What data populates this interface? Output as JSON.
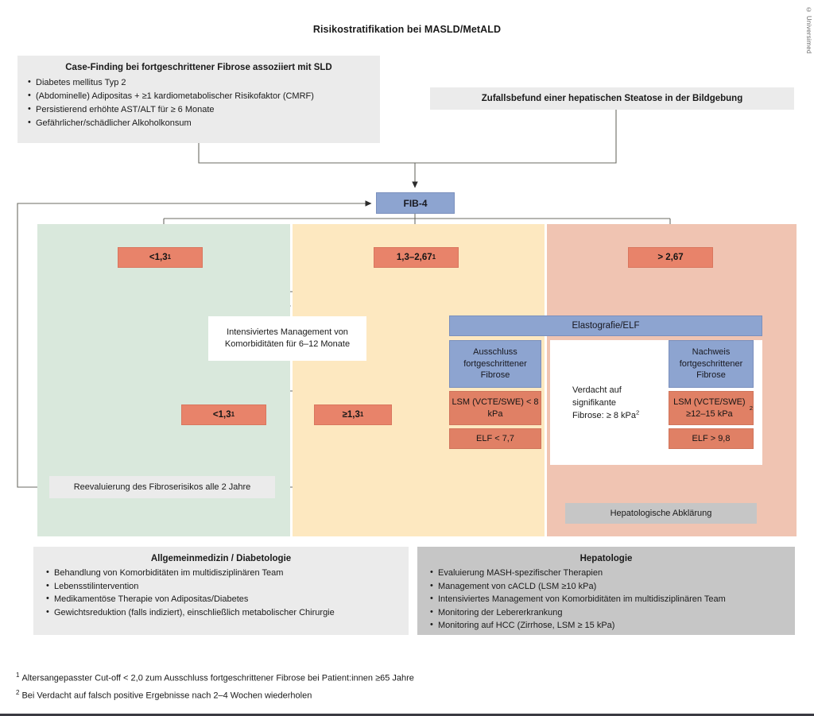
{
  "title": "Risikostratifikation bei MASLD/MetALD",
  "copyright": "© Universimed",
  "case_finding": {
    "heading": "Case-Finding bei fortgeschrittener Fibrose assoziiert mit SLD",
    "items": [
      "Diabetes mellitus Typ 2",
      "(Abdominelle) Adipositas + ≥1 kardiometabolischer Risikofaktor (CMRF)",
      "Persistierend erhöhte AST/ALT für ≥ 6 Monate",
      "Gefährlicher/schädlicher Alkoholkonsum"
    ]
  },
  "incidental_finding": "Zufallsbefund einer hepatischen Steatose in der Bildgebung",
  "fib4": "FIB-4",
  "decisions": {
    "low": "<1,3",
    "low_sup": "1",
    "mid": "1,3–2,67",
    "mid_sup": "1",
    "high": "> 2,67",
    "low2": "<1,3",
    "low2_sup": "1",
    "mid2": "≥1,3",
    "mid2_sup": "1"
  },
  "intensified_management": "Intensiviertes Management von Komorbiditäten für 6–12 Monate",
  "elastografie": "Elastografie/ELF",
  "exclusion": {
    "title": "Ausschluss fortgeschrittener Fibrose",
    "lsm": "LSM (VCTE/SWE) < 8 kPa",
    "elf": "ELF < 7,7"
  },
  "suspicion": {
    "text": "Verdacht auf signifikante Fibrose: ≥ 8 kPa",
    "sup": "2"
  },
  "confirmation": {
    "title": "Nachweis fortgeschrittener Fibrose",
    "lsm": "LSM (VCTE/SWE) ≥12–15 kPa",
    "lsm_sup": "2",
    "elf": "ELF > 9,8"
  },
  "reevaluation": "Reevaluierung des Fibroserisikos alle 2 Jahre",
  "hepatological_workup": "Hepatologische Abklärung",
  "general_medicine": {
    "heading": "Allgemeinmedizin / Diabetologie",
    "items": [
      "Behandlung von Komorbiditäten im multidisziplinären Team",
      "Lebensstilintervention",
      "Medikamentöse Therapie von Adipositas/Diabetes",
      "Gewichtsreduktion (falls indiziert), einschließlich metabolischer Chirurgie"
    ]
  },
  "hepatology": {
    "heading": "Hepatologie",
    "items": [
      "Evaluierung MASH-spezifischer Therapien",
      "Management von cACLD (LSM ≥10 kPa)",
      "Intensiviertes Management von Komorbiditäten im multidisziplinären Team",
      "Monitoring der Lebererkrankung",
      "Monitoring auf HCC (Zirrhose, LSM ≥ 15 kPa)"
    ]
  },
  "footnotes": [
    {
      "mark": "1",
      "text": "Altersangepasster Cut-off < 2,0 zum Ausschluss fortgeschrittener Fibrose bei Patient:innen ≥65 Jahre"
    },
    {
      "mark": "2",
      "text": "Bei Verdacht auf falsch positive Ergebnisse nach 2–4 Wochen wiederholen"
    }
  ],
  "colors": {
    "panel_low_risk": "#d9e8dc",
    "panel_intermediate_risk": "#fde8c0",
    "panel_high_risk": "#f0c4b2",
    "decision_chip": "#e8836a",
    "test_box": "#8da4d0",
    "info_box": "#ebebeb",
    "hepatology_box": "#c6c6c6",
    "connector": "#5a5a50"
  }
}
